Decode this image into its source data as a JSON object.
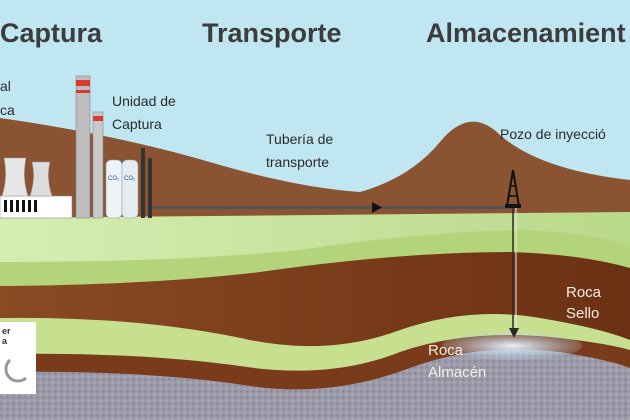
{
  "headers": {
    "capture": "Captura",
    "transport": "Transporte",
    "storage": "Almacenamient"
  },
  "labels": {
    "plant_line1": "al",
    "plant_line2": "ca",
    "capture_unit_line1": "Unidad de",
    "capture_unit_line2": "Captura",
    "pipeline_line1": "Tubería de",
    "pipeline_line2": "transporte",
    "injection_well": "Pozo de inyecció",
    "seal_rock_line1": "Roca",
    "seal_rock_line2": "Sello",
    "storage_rock_line1": "Roca",
    "storage_rock_line2": "Almacén",
    "logo_line1": "er",
    "logo_line2": "a"
  },
  "tank_labels": [
    "CO₂",
    "CO₂"
  ],
  "colors": {
    "sky": "#bfe6f1",
    "hill_brown": "#8a5433",
    "green_layer": "#c9e6a0",
    "seal_rock": "#7a3b1b",
    "storage_rock": "#8e8e9c",
    "header_text": "#3c3c3c"
  },
  "icons": [
    "factory-icon",
    "chimney-icon",
    "cooling-tower-icon",
    "co2-tank-icon",
    "drilling-rig-icon",
    "arrow-right-icon"
  ]
}
